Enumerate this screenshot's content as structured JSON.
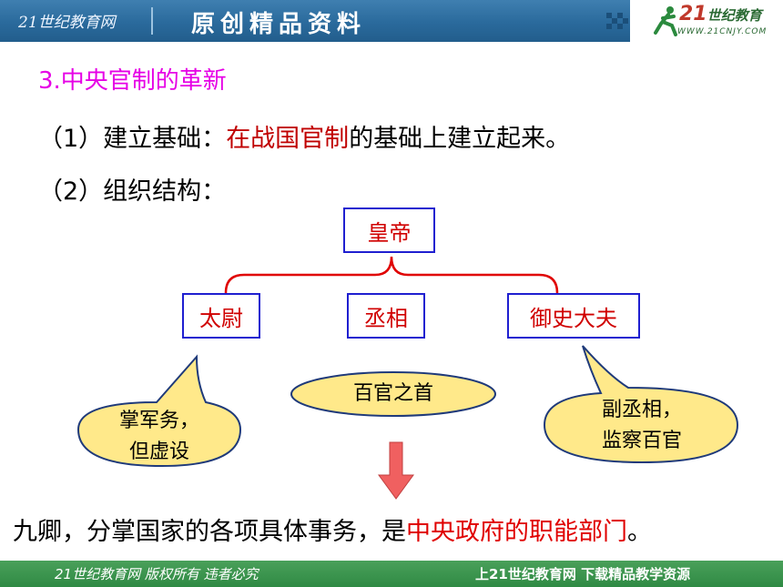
{
  "header": {
    "site_name": "21世纪教育网",
    "slogan": "原创精品资料",
    "logo_brand_num": "21",
    "logo_brand_text": "世纪教育",
    "logo_url": "WWW.21CNJY.COM"
  },
  "content": {
    "heading": "3.中央官制的革新",
    "item1_prefix": "（1）建立基础：",
    "item1_highlight": "在战国官制",
    "item1_suffix": "的基础上建立起来。",
    "item2": "（2）组织结构："
  },
  "diagram": {
    "emperor": "皇帝",
    "taiwei": "太尉",
    "chengxiang": "丞相",
    "yushi": "御史大夫",
    "taiwei_note_line1": "掌军务，",
    "taiwei_note_line2": "但虚设",
    "chengxiang_note": "百官之首",
    "yushi_note_line1": "副丞相，",
    "yushi_note_line2": "监察百官"
  },
  "bottom": {
    "text_black": "九卿，分掌国家的各项具体事务，是",
    "text_red": "中央政府的职能部门",
    "text_end": "。"
  },
  "footer": {
    "left": "21世纪教育网  版权所有 违者必究",
    "right": "上21世纪教育网  下载精品教学资源"
  },
  "colors": {
    "heading": "#e600e6",
    "highlight": "#c00000",
    "box_border": "#1f1fd0",
    "bubble_fill": "#ffe98a",
    "arrow": "#f06060",
    "brace": "#e00000"
  }
}
